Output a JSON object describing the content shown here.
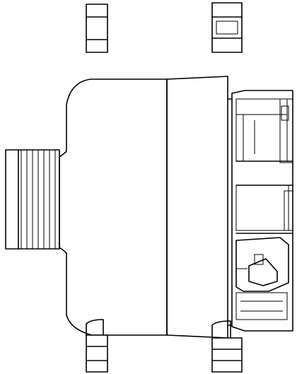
{
  "drawing": {
    "subject": "alternator",
    "view": "side elevation",
    "colors": {
      "line": "#000000",
      "background": "#ffffff"
    },
    "components": [
      "pulley",
      "front-housing",
      "rear-housing",
      "rear-cover",
      "mounting-lugs"
    ]
  }
}
